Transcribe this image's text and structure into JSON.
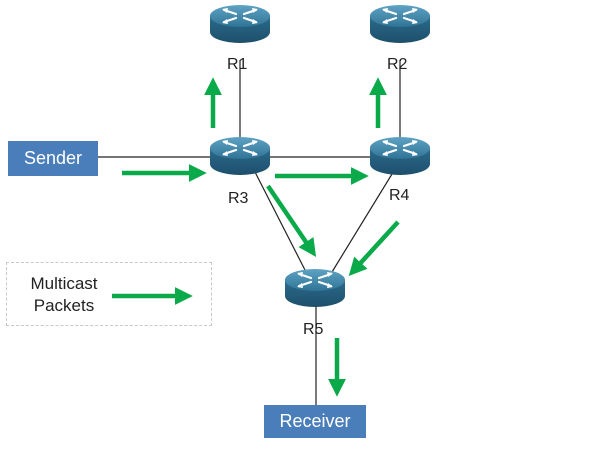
{
  "nodes": {
    "sender": "Sender",
    "receiver": "Receiver",
    "r1": "R1",
    "r2": "R2",
    "r3": "R3",
    "r4": "R4",
    "r5": "R5"
  },
  "legend": {
    "line1": "Multicast",
    "line2": "Packets"
  },
  "colors": {
    "arrow": "#0aaa4a",
    "box": "#4a7ebb",
    "link": "#222222",
    "router": "#3b86aa"
  },
  "icons": {
    "router": "router-icon",
    "arrow": "multicast-arrow"
  }
}
